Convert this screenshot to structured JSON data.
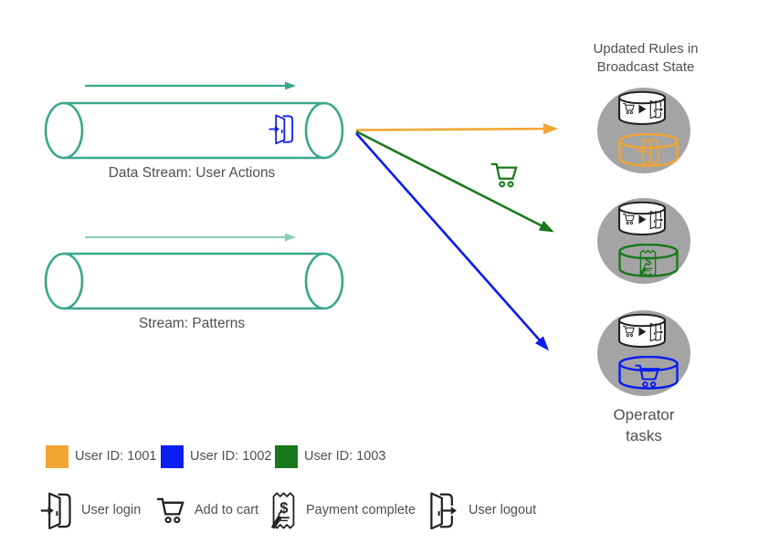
{
  "colors": {
    "teal": "#3AA78C",
    "teal_light": "#8CCDB9",
    "orange": "#F2A533",
    "blue": "#0A1CF0",
    "green": "#19781B",
    "circle_gray": "#A4A4A4",
    "icon_dark": "#212121",
    "text": "#4F4F4F"
  },
  "streams": [
    {
      "label": "Data Stream: User Actions",
      "event_icon": "user-login-icon"
    },
    {
      "label": "Stream: Patterns"
    }
  ],
  "broadcast_title": "Updated Rules in\nBroadcast State",
  "operator_label": "Operator\ntasks",
  "flow_event_icon": "add-to-cart-icon",
  "rule": {
    "pattern": "add-to-cart followed-by user-logout",
    "icon": "rule-cylinder-icon"
  },
  "tasks": [
    {
      "state_icon": "user-login-icon",
      "color_key": "orange"
    },
    {
      "state_icon": "payment-complete-icon",
      "color_key": "green"
    },
    {
      "state_icon": "add-to-cart-icon",
      "color_key": "blue"
    }
  ],
  "color_legend": [
    {
      "label": "User ID: 1001",
      "color_key": "orange"
    },
    {
      "label": "User ID: 1002",
      "color_key": "blue"
    },
    {
      "label": "User ID: 1003",
      "color_key": "green"
    }
  ],
  "icon_legend": [
    {
      "label": "User login",
      "icon": "user-login-icon"
    },
    {
      "label": "Add to cart",
      "icon": "add-to-cart-icon"
    },
    {
      "label": "Payment complete",
      "icon": "payment-complete-icon"
    },
    {
      "label": "User logout",
      "icon": "user-logout-icon"
    }
  ]
}
